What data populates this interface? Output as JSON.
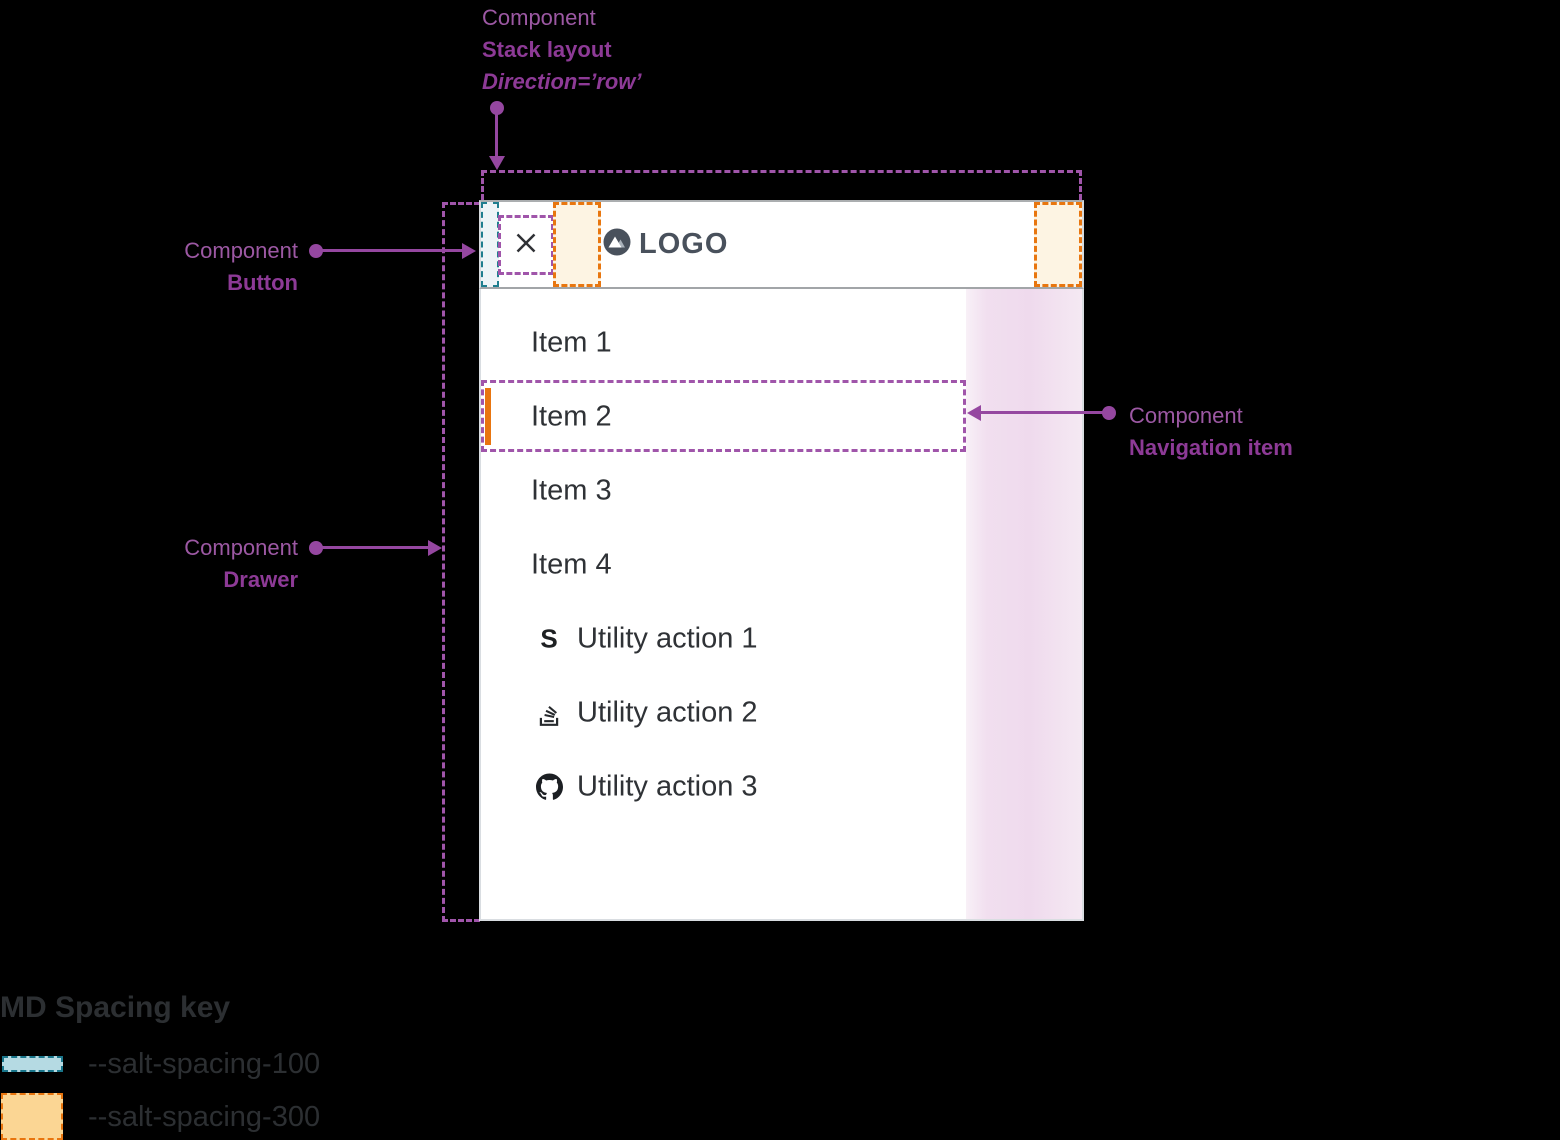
{
  "annotations": {
    "stack": {
      "eyebrow": "Component",
      "title": "Stack layout",
      "subtitle": "Direction=’row’"
    },
    "button": {
      "eyebrow": "Component",
      "title": "Button"
    },
    "drawer": {
      "eyebrow": "Component",
      "title": "Drawer"
    },
    "nav": {
      "eyebrow": "Component",
      "title": "Navigation item"
    }
  },
  "drawer": {
    "logo_text": "LOGO",
    "items": [
      {
        "label": "Item 1"
      },
      {
        "label": "Item 2",
        "state": "active"
      },
      {
        "label": "Item 3"
      },
      {
        "label": "Item 4"
      }
    ],
    "utilities": [
      {
        "icon": "s-letter-icon",
        "glyph": "S",
        "label": "Utility action 1"
      },
      {
        "icon": "stack-overflow-icon",
        "label": "Utility action 2"
      },
      {
        "icon": "github-icon",
        "label": "Utility action 3"
      }
    ]
  },
  "legend": {
    "title": "MD Spacing key",
    "entries": [
      {
        "token": "--salt-spacing-100",
        "fill": "#b5dae3",
        "border": "#19758a"
      },
      {
        "token": "--salt-spacing-300",
        "fill": "#fbd694",
        "border": "#e8750f"
      }
    ]
  },
  "colors": {
    "annotation_purple": "#9c58a3",
    "annotation_purple_bold": "#8d3a96",
    "outline_purple": "#a055aa",
    "teal_dash": "#1f7e8f",
    "orange_dash": "#e8760f",
    "active_indicator": "#e8750f",
    "logo_slate": "#49515c",
    "item_text": "#2f3236",
    "pink_panel": "#f1dfef",
    "background": "#000000"
  }
}
